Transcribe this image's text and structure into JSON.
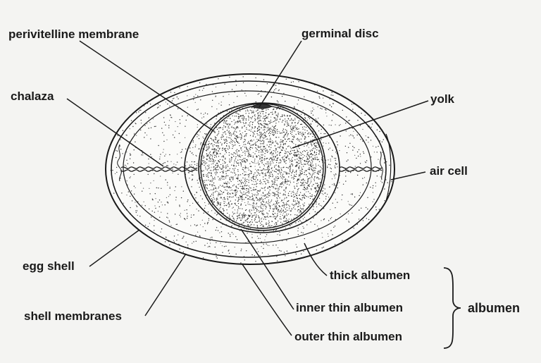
{
  "colors": {
    "background": "#f4f4f2",
    "ink": "#1a1a1a"
  },
  "labels": {
    "perivitelline_membrane": "perivitelline membrane",
    "germinal_disc": "germinal disc",
    "chalaza": "chalaza",
    "yolk": "yolk",
    "air_cell": "air cell",
    "egg_shell": "egg shell",
    "shell_membranes": "shell membranes",
    "thick_albumen": "thick albumen",
    "inner_thin_albumen": "inner thin albumen",
    "outer_thin_albumen": "outer thin albumen",
    "albumen": "albumen"
  }
}
